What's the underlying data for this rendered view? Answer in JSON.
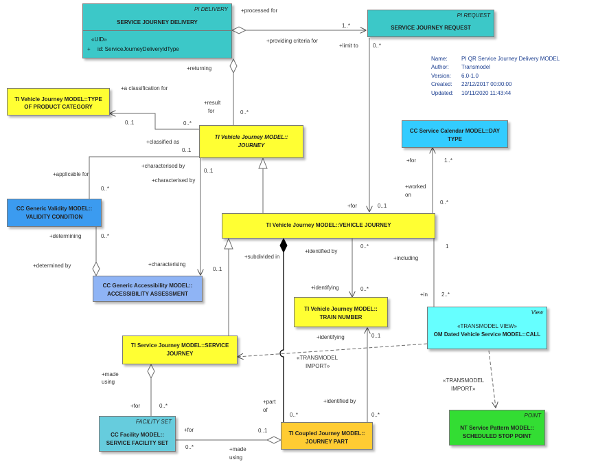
{
  "metadata": {
    "name_label": "Name:",
    "name": "PI QR Service Journey Delivery MODEL",
    "author_label": "Author:",
    "author": "Transmodel",
    "version_label": "Version:",
    "version": "6.0-1.0",
    "created_label": "Created:",
    "created": "22/12/2017 00:00:00",
    "updated_label": "Updated:",
    "updated": "10/11/2020 11:43:44"
  },
  "classes": {
    "sjd": {
      "stereotype": "PI DELIVERY",
      "name": "SERVICE JOURNEY DELIVERY",
      "attr_stereo": "«UID»",
      "attr_plus": "+",
      "attr": "id: ServiceJourneyDeliveryIdType"
    },
    "sjr": {
      "stereotype": "PI REQUEST",
      "name": "SERVICE JOURNEY REQUEST"
    },
    "tpc": {
      "name_1": "TI Vehicle Journey MODEL::TYPE",
      "name_2": "OF PRODUCT CATEGORY"
    },
    "jny": {
      "name_1": "TI Vehicle Journey MODEL::",
      "name_2": "JOURNEY"
    },
    "day": {
      "name_1": "CC Service Calendar MODEL::DAY",
      "name_2": "TYPE"
    },
    "val": {
      "name_1": "CC Generic Validity MODEL::",
      "name_2": "VALIDITY CONDITION"
    },
    "vj": {
      "name": "TI Vehicle Journey MODEL::VEHICLE JOURNEY"
    },
    "acc": {
      "name_1": "CC Generic Accessibility MODEL::",
      "name_2": "ACCESSIBILITY ASSESSMENT"
    },
    "tn": {
      "name_1": "TI Vehicle Journey MODEL::",
      "name_2": "TRAIN NUMBER"
    },
    "dvs": {
      "stereotype": "View",
      "name_1": "«TRANSMODEL VIEW»",
      "name_2": "OM Dated Vehicle Service MODEL::CALL"
    },
    "sj": {
      "name_1": "TI Service Journey MODEL::SERVICE",
      "name_2": "JOURNEY"
    },
    "fs": {
      "stereotype": "FACILITY SET",
      "name_1": "CC Facility MODEL::",
      "name_2": "SERVICE FACILITY SET"
    },
    "cjp": {
      "name_1": "TI Coupled Journey MODEL::",
      "name_2": "JOURNEY PART"
    },
    "ssp": {
      "stereotype": "POINT",
      "name_1": "NT Service Pattern MODEL::",
      "name_2": "SCHEDULED STOP POINT"
    }
  },
  "labels": {
    "processed_for": "+processed for",
    "m_1star_a": "1..*",
    "providing_criteria": "+providing criteria for",
    "limit_to": "+limit to",
    "m_0star_a": "0..*",
    "returning": "+returning",
    "classification_for": "+a classification for",
    "result": "+result",
    "for_a": "for",
    "m_0star_b": "0..*",
    "m_01_a": "0..1",
    "m_0star_c": "0..*",
    "classified_as": "+classified as",
    "m_01_b": "0..1",
    "characterised_by_a": "+characterised by",
    "m_01_c": "0..1",
    "characterised_by_b": "+characterised by",
    "applicable_for": "+applicable for",
    "m_0star_d": "0..*",
    "for_b": "+for",
    "m_1star_b": "1..*",
    "worked_on_1": "+worked",
    "worked_on_2": "on",
    "m_0star_e": "0..*",
    "for_c": "+for",
    "m_01_d": "0..1",
    "determining": "+determining",
    "m_0star_f": "0..*",
    "determined_by": "+determined by",
    "characterising": "+characterising",
    "m_01_e": "0..1",
    "subdivided_in": "+subdivided in",
    "identified_by_a": "+identified by",
    "m_0star_g": "0..*",
    "including": "+including",
    "m_1": "1",
    "identifying_a": "+identifying",
    "m_0star_h": "0..*",
    "in": "+in",
    "m_2star": "2..*",
    "identifying_b": "+identifying",
    "m_01_f": "0..1",
    "tm_import_1": "«TRANSMODEL",
    "tm_import_2": "IMPORT»",
    "made_using_a1": "+made",
    "made_using_a2": "using",
    "tm_import_3": "«TRANSMODEL",
    "tm_import_4": "IMPORT»",
    "for_d": "+for",
    "m_0star_i": "0..*",
    "part_1": "+part",
    "part_2": "of",
    "identified_by_b": "+identified by",
    "m_0star_j": "0..*",
    "m_0star_k": "0..*",
    "for_e": "+for",
    "m_01_g": "0..1",
    "m_0star_l": "0..*",
    "made_using_b1": "+made",
    "made_using_b2": "using"
  },
  "colors": {
    "teal": "#3cc8c8",
    "yellow": "#ffff33",
    "gold": "#ffcc33",
    "cyan_view": "#66ffff",
    "sky": "#33ccff",
    "blue": "#3b9bf0",
    "lavender": "#8fb4f5",
    "green": "#33dd33",
    "meta_text": "#1a3d8f"
  }
}
